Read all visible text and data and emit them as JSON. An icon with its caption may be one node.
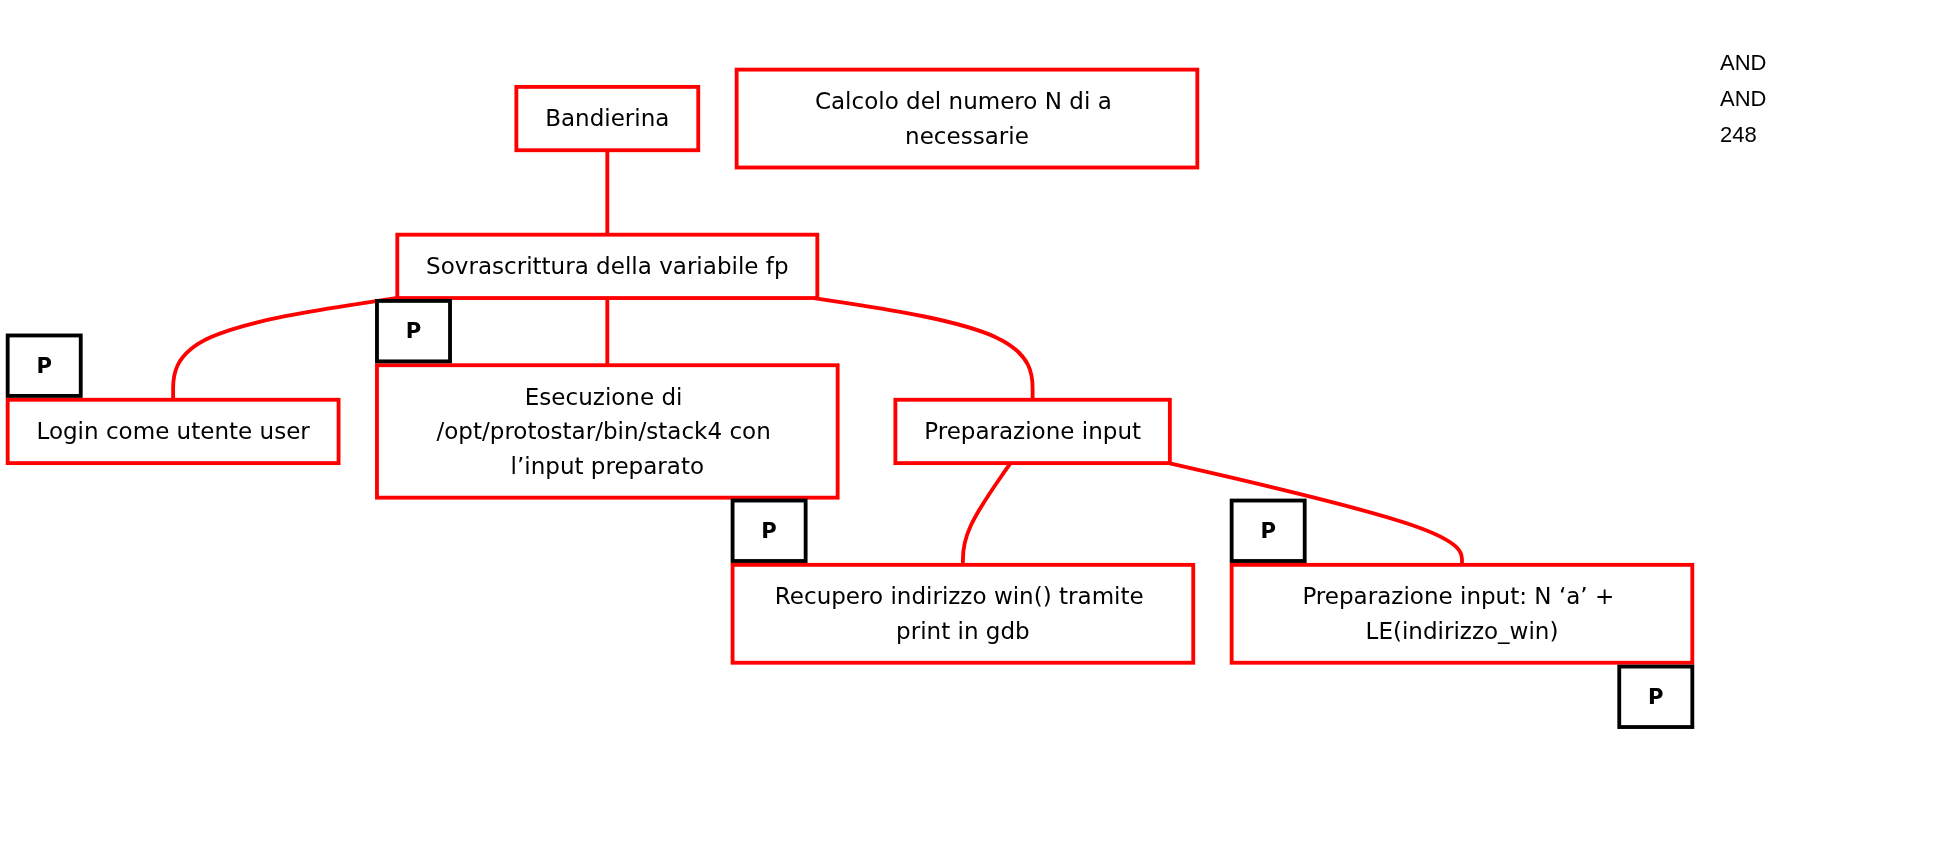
{
  "diagram": {
    "nodes": [
      {
        "text": [
          "Bandierina"
        ]
      },
      {
        "text": [
          "Sovrascrittura della variabile fp"
        ]
      },
      {
        "text": [
          "Login come utente user"
        ],
        "beside": [
          "P"
        ]
      },
      {
        "text": [
          "Preparazione input"
        ]
      },
      {
        "text": [
          "Esecuzione di /opt/protostar/bin/stack4 con l’input preparato"
        ],
        "beside": [
          "P"
        ]
      },
      {
        "text": [
          "Recupero indirizzo win() tramite print in gdb"
        ],
        "beside": [
          "P"
        ]
      },
      {
        "text": [
          "Calcolo del numero N di a necessarie"
        ]
      },
      {
        "text": [
          "Preparazione input: N ‘a’ + LE(indirizzo_win)"
        ],
        "beside": [
          "P",
          "P"
        ]
      }
    ],
    "edges": [
      {
        "from": 0,
        "to": 1,
        "arrow": "none"
      },
      {
        "from": 1,
        "to": 2,
        "arrow": "none"
      },
      {
        "from": 1,
        "to": 3,
        "arrow": "none"
      },
      {
        "from": 1,
        "to": 4,
        "arrow": "none"
      },
      {
        "from": 3,
        "to": 5,
        "arrow": "none"
      },
      {
        "from": 3,
        "to": 7,
        "arrow": "none"
      }
    ],
    "labels": [
      "AND",
      "AND",
      "248"
    ]
  }
}
